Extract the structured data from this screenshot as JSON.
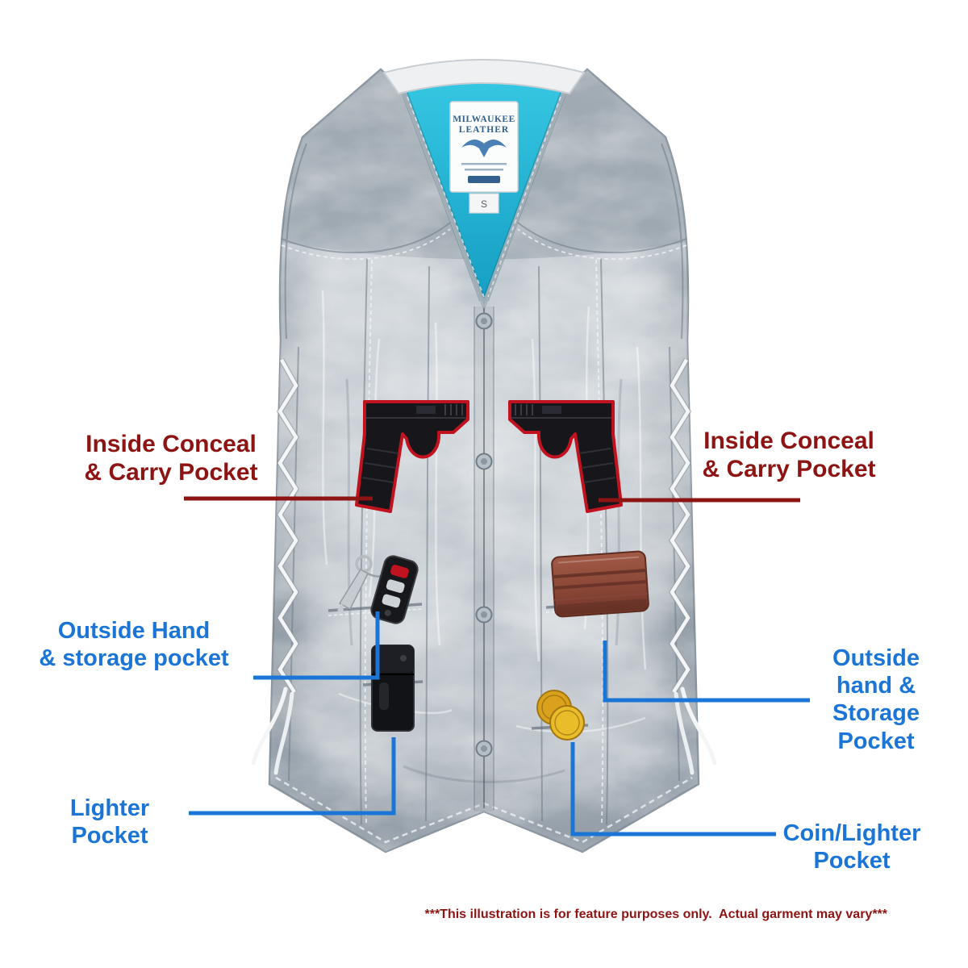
{
  "colors": {
    "background": "#ffffff",
    "callout_red": "#8e1313",
    "callout_blue": "#1b75d6",
    "vest_leather_base": "#b3bcc4",
    "vest_lining_turquoise": "#2ec1de",
    "gun_outline_red": "#c1121f",
    "wallet_brown": "#8a4636",
    "coin_gold": "#e0a81f"
  },
  "callouts": {
    "inside_conceal_left": "Inside Conceal\n& Carry Pocket",
    "inside_conceal_right": "Inside Conceal\n& Carry Pocket",
    "outside_hand_left": "Outside Hand\n& storage pocket",
    "outside_hand_right": "Outside\nhand &\nStorage\nPocket",
    "lighter_pocket": "Lighter\nPocket",
    "coin_lighter_pocket": "Coin/Lighter\nPocket"
  },
  "vest_label": {
    "brand_line1": "MILWAUKEE",
    "brand_line2": "LEATHER",
    "size": "S"
  },
  "disclaimer": "***This illustration is for feature purposes only.  Actual garment may vary***"
}
